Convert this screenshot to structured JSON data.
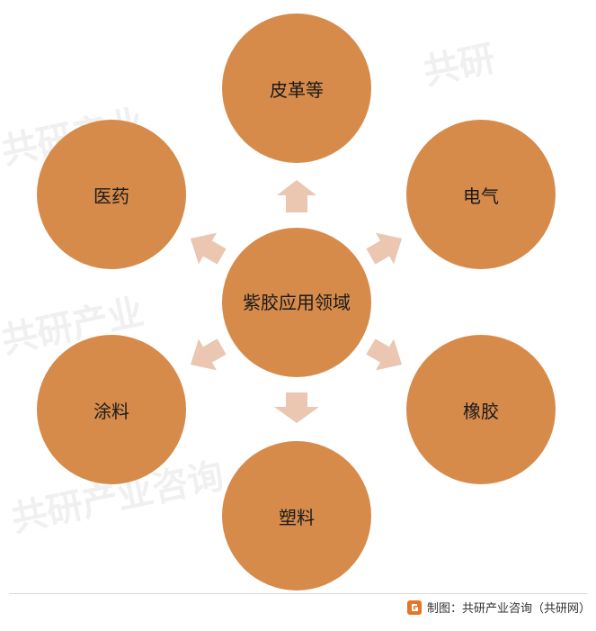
{
  "diagram": {
    "center": "紫胶应用领域",
    "nodes": {
      "top": "皮革等",
      "top_right": "电气",
      "bottom_right": "橡胶",
      "bottom": "塑料",
      "bottom_left": "涂料",
      "top_left": "医药"
    },
    "colors": {
      "circle": "#d68b4b",
      "arrow": "#ebc6b0"
    }
  },
  "footer": {
    "source": "制图：共研产业咨询（共研网）",
    "logo_icon": "gonyn-logo-icon"
  }
}
